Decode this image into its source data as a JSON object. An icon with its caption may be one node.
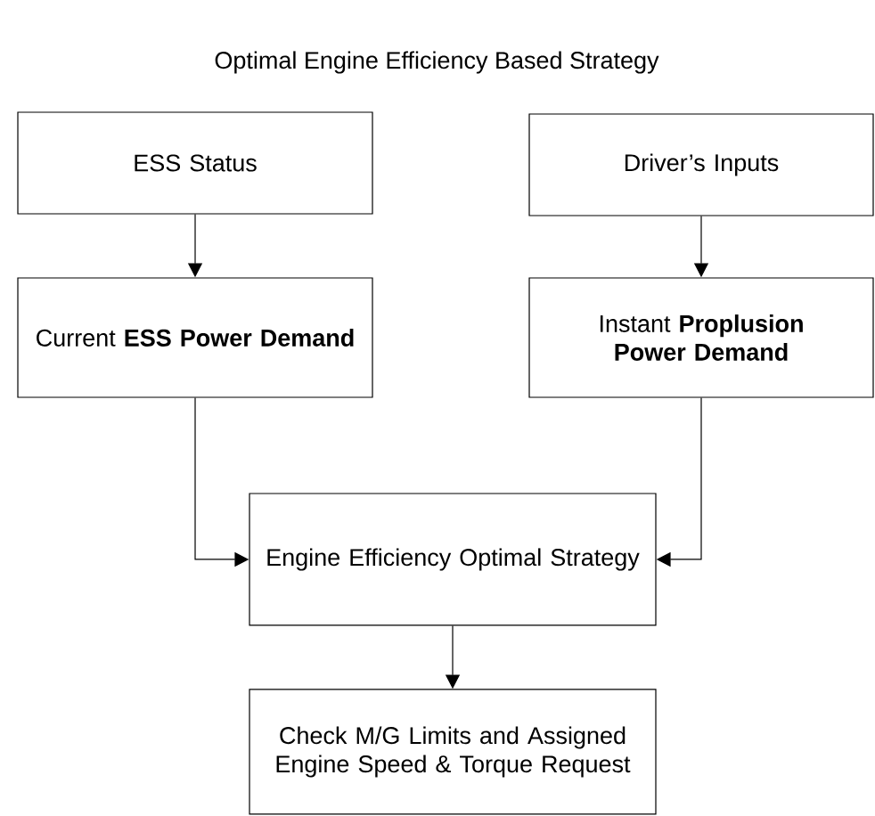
{
  "diagram": {
    "title": "Optimal Engine Efficiency Based Strategy",
    "nodes": [
      {
        "text": [
          "ESS Status"
        ]
      },
      {
        "text": [
          "Driver’s Inputs"
        ]
      },
      {
        "text": [
          "Current **ESS Power Demand**"
        ]
      },
      {
        "text": [
          "Instant **Proplusion Power Demand**"
        ]
      },
      {
        "text": [
          "Engine Efficiency Optimal Strategy"
        ]
      },
      {
        "text": [
          "Check M/G Limits and Assigned Engine Speed & Torque Request"
        ]
      }
    ],
    "edges": [
      {
        "from": 0,
        "to": 2,
        "arrow": "to"
      },
      {
        "from": 1,
        "to": 3,
        "arrow": "to"
      },
      {
        "from": 2,
        "to": 4,
        "arrow": "to"
      },
      {
        "from": 3,
        "to": 4,
        "arrow": "to"
      },
      {
        "from": 4,
        "to": 5,
        "arrow": "to"
      }
    ]
  }
}
